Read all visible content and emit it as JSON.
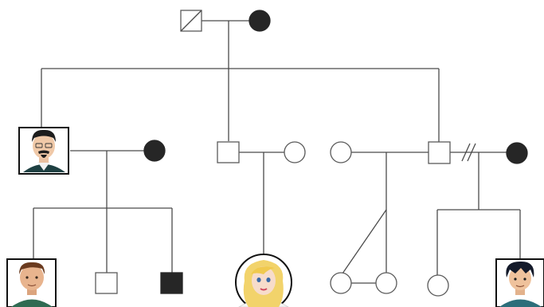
{
  "diagram": {
    "kind": "pedigree",
    "legend": {
      "square": "male",
      "circle": "female",
      "filled": "affected",
      "slash": "deceased",
      "double_slash": "separated"
    },
    "colors": {
      "line": "#4a4a4a",
      "affected_fill": "#262626",
      "outline": "#5a5a5a"
    },
    "individuals": [
      {
        "id": "g1-grandfather",
        "sex": "male",
        "affected": false,
        "deceased": true
      },
      {
        "id": "g1-grandmother",
        "sex": "female",
        "affected": true
      },
      {
        "id": "g2-son-a",
        "sex": "male",
        "affected": false,
        "avatar": "bearded-man"
      },
      {
        "id": "g2-son-a-spouse",
        "sex": "female",
        "affected": true
      },
      {
        "id": "g2-son-b",
        "sex": "male",
        "affected": false
      },
      {
        "id": "g2-son-b-spouse",
        "sex": "female",
        "affected": false
      },
      {
        "id": "g2-son-c-first-partner",
        "sex": "female",
        "affected": false
      },
      {
        "id": "g2-son-c",
        "sex": "male",
        "affected": false
      },
      {
        "id": "g2-son-c-second-partner",
        "sex": "female",
        "affected": true
      },
      {
        "id": "g3-a-son-1",
        "sex": "male",
        "affected": false,
        "avatar": "young-man"
      },
      {
        "id": "g3-a-son-2",
        "sex": "male",
        "affected": false
      },
      {
        "id": "g3-a-son-3",
        "sex": "male",
        "affected": true
      },
      {
        "id": "g3-b-daughter",
        "sex": "female",
        "affected": false,
        "avatar": "blonde-woman"
      },
      {
        "id": "g3-c-twin-1",
        "sex": "female",
        "affected": false,
        "twin": "identical"
      },
      {
        "id": "g3-c-twin-2",
        "sex": "female",
        "affected": false,
        "twin": "identical"
      },
      {
        "id": "g3-c-daughter",
        "sex": "female",
        "affected": false
      },
      {
        "id": "g3-c-son",
        "sex": "male",
        "affected": false,
        "avatar": "dark-haired-boy"
      }
    ]
  }
}
